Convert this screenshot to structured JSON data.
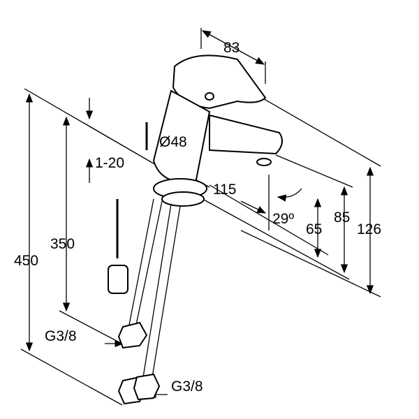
{
  "drawing": {
    "dimensions": {
      "handle_length": "83",
      "body_diameter": "Ø48",
      "tilt_range": "1-20",
      "spout_reach": "115",
      "spout_angle": "29º",
      "spout_height": "65",
      "spout_top_height": "85",
      "total_height": "126",
      "hose_length_total": "450",
      "hose_length": "350",
      "thread_upper": "G3/8",
      "thread_lower": "G3/8"
    },
    "colors": {
      "line": "#000000",
      "background": "#ffffff"
    }
  }
}
